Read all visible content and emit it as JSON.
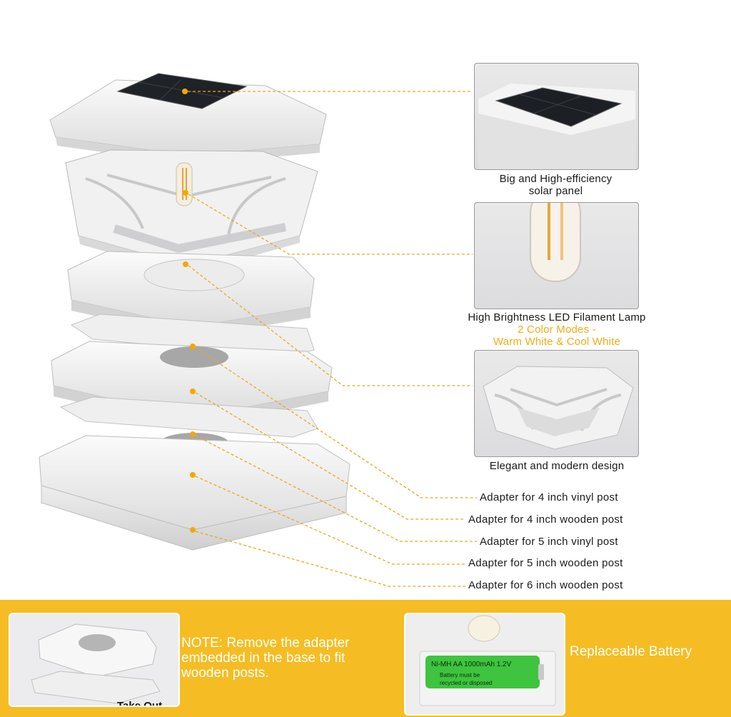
{
  "callouts": {
    "solar_panel": {
      "line1": "Big and High-efficiency",
      "line2": "solar panel"
    },
    "filament_lamp": {
      "line1": "High Brightness LED Filament Lamp",
      "line2": "2 Color Modes -",
      "line3": "Warm White & Cool White"
    },
    "design": {
      "line1": "Elegant and modern design"
    }
  },
  "adapters": [
    "Adapter for 4 inch vinyl post",
    "Adapter for 4 inch wooden post",
    "Adapter for 5 inch vinyl post",
    "Adapter for 5 inch wooden post",
    "Adapter for 6 inch wooden post"
  ],
  "bottom": {
    "take_out": "Take Out",
    "note": "NOTE: Remove the adapter embedded in the base to fit wooden posts.",
    "replaceable_battery": "Replaceable Battery",
    "battery_print": {
      "line1": "Ni-MH AA 1000mAh 1.2V",
      "line2": "Battery must be",
      "line3": "recycled or disposed"
    }
  },
  "colors": {
    "accent": "#f0ac14",
    "band": "#f5bd23",
    "leader": "#e9a91a"
  }
}
